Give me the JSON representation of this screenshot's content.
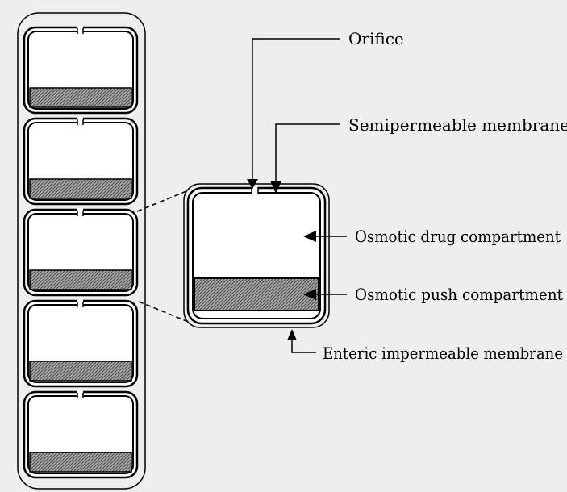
{
  "colors": {
    "background": "#eeeeee",
    "line": "#000000",
    "fill": "#ffffff",
    "hatch_background": "#a8a8a8",
    "hatch_line": "#4a4a4a"
  },
  "stack": {
    "unit_count": 5
  },
  "labels": {
    "orifice": "Orifice",
    "semipermeable": "Semipermeable membrane",
    "drug_compartment": "Osmotic drug compartment",
    "push_compartment": "Osmotic push compartment",
    "enteric_membrane": "Enteric impermeable membrane"
  }
}
